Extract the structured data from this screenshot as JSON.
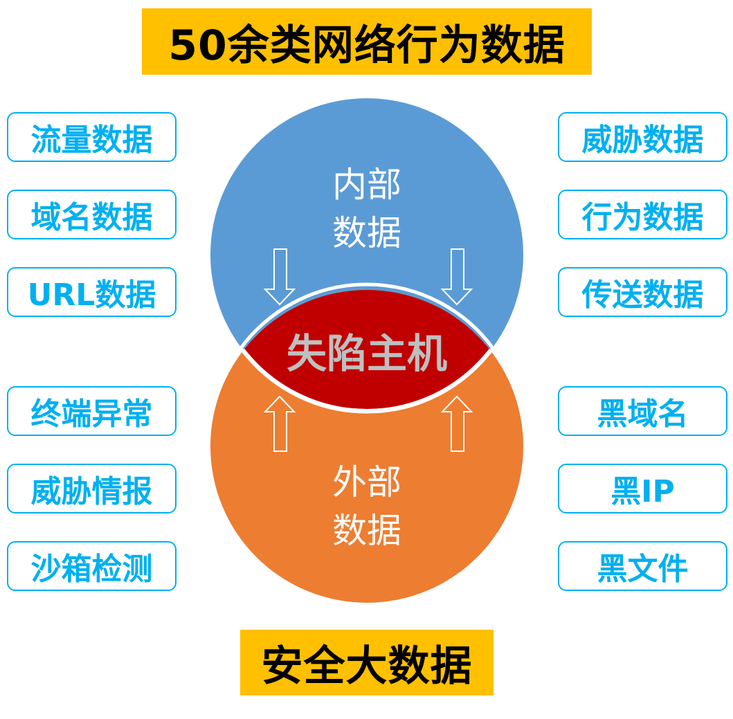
{
  "title": "50余类网络行为数据",
  "footer": "安全大数据",
  "left_tags": [
    "流量数据",
    "域名数据",
    "URL数据",
    "终端异常",
    "威胁情报",
    "沙箱检测"
  ],
  "right_tags": [
    "威胁数据",
    "行为数据",
    "传送数据",
    "黑域名",
    "黑IP",
    "黑文件"
  ],
  "venn": {
    "top_circle": {
      "label_line1": "内部",
      "label_line2": "数据",
      "color": "#5B9BD5"
    },
    "bottom_circle": {
      "label_line1": "外部",
      "label_line2": "数据",
      "color": "#ED7D31"
    },
    "intersection": {
      "label": "失陷主机",
      "color": "#C00000",
      "text_color": "#BFBFBF"
    }
  },
  "colors": {
    "banner": "#FFC000",
    "tag_border": "#00B0F0",
    "tag_text": "#00B0F0"
  },
  "icons": {
    "arrow_down": "down-arrow-icon",
    "arrow_up": "up-arrow-icon"
  }
}
